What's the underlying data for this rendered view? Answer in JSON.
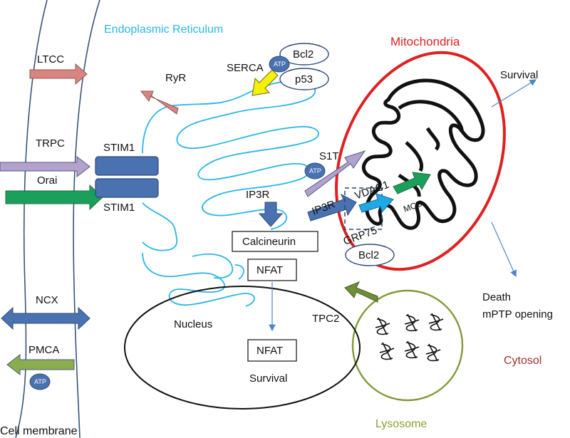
{
  "labels": {
    "er": "Endoplasmic Reticulum",
    "mito": "Mitochondria",
    "cell_membrane": "Cell membrane",
    "cytosol": "Cytosol",
    "lysosome": "Lysosome",
    "nucleus": "Nucleus",
    "survival_nucleus": "Survival",
    "survival_mito": "Survival",
    "death": "Death",
    "mptp": "mPTP opening"
  },
  "channels": {
    "ltcc": "LTCC",
    "trpc": "TRPC",
    "orai": "Orai",
    "ncx": "NCX",
    "pmca": "PMCA",
    "stim1_top": "STIM1",
    "stim1_bottom": "STIM1",
    "ryr": "RyR",
    "serca": "SERCA",
    "ip3r_er": "IP3R",
    "ip3r_mam": "IP3R",
    "s1t": "S1T",
    "vdac1": "VDAC1",
    "grp75": "GRP75",
    "mcu": "MCU",
    "tpc2": "TPC2"
  },
  "proteins": {
    "bcl2_serca": "Bcl2",
    "p53": "p53",
    "bcl2_mam": "Bcl2",
    "calcineurin": "Calcineurin",
    "nfat_cyto": "NFAT",
    "nfat_nucleus": "NFAT"
  },
  "atp": "ATP",
  "colors": {
    "er_line": "#29b6e8",
    "mito_outline": "#e02020",
    "lysosome_outline": "#7f9a3a",
    "membrane_line": "#3a5478",
    "blue_arrow": "#4a72b0",
    "pink_arrow": "#d9847f",
    "lavender_arrow": "#b3a2cc",
    "green_arrow": "#1aa05a",
    "olive_arrow": "#8aad4e",
    "dark_olive_arrow": "#6e8f3a",
    "yellow_arrow": "#f5f00a",
    "cyan_arrow": "#1fa8e6",
    "atp_fill": "#4a72b0",
    "cytosol_text": "#a03030",
    "lysosome_text": "#8aa030"
  }
}
